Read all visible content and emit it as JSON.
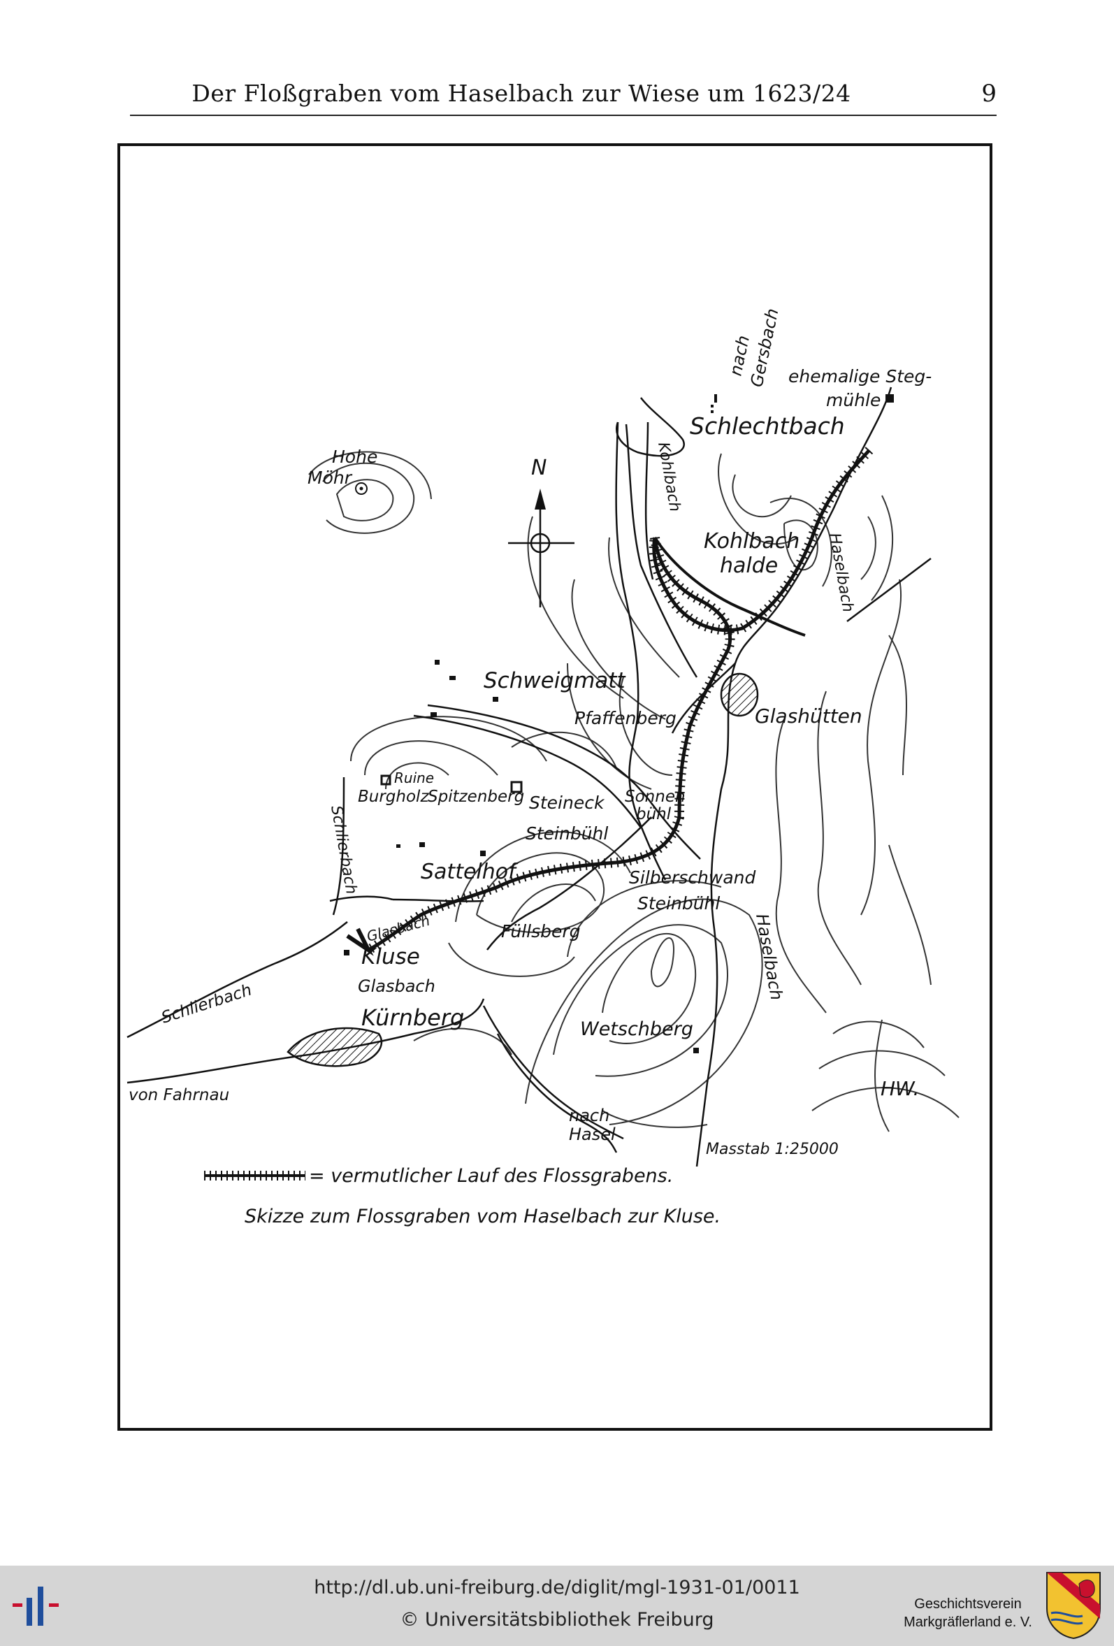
{
  "header": {
    "running_title": "Der Floßgraben vom Haselbach zur Wiese um 1623/24",
    "page_number": "9"
  },
  "map": {
    "north_arrow": "N",
    "labels": {
      "nach_gersbach_1": "nach",
      "nach_gersbach_2": "Gersbach",
      "stegmuehle_1": "ehemalige Steg-",
      "stegmuehle_2": "mühle",
      "schlechtbach": "Schlechtbach",
      "hohe": "Hohe",
      "moehr": "Möhr",
      "kohlbach": "Kohlbach",
      "kohlbachhalde_1": "Kohlbach",
      "kohlbachhalde_2": "halde",
      "haselbach_top": "Haselbach",
      "schweigmatt": "Schweigmatt",
      "pfaffenberg": "Pfaffenberg",
      "glashuetten": "Glashütten",
      "ruine": "Ruine",
      "burgholz": "Burgholz",
      "spitzenberg": "Spitzenberg",
      "steineck": "Steineck",
      "sonnen": "Sonnen",
      "buehl": "bühl",
      "schlierbach_vertical": "Schlierbach",
      "steinbuehl_1": "Steinbühl",
      "sattelhof": "Sattelhof",
      "silberschwand": "Silberschwand",
      "steinbuehl_2": "Steinbühl",
      "glasbach_1": "Glasbach",
      "fuellsberg": "Füllsberg",
      "haselbach_right": "Haselbach",
      "kluse": "Kluse",
      "schlierbach_bottom": "Schlierbach",
      "glasbach_2": "Glasbach",
      "kuernberg": "Kürnberg",
      "wetschberg": "Wetschberg",
      "von_fahrnau": "von Fahrnau",
      "hw": "HW.",
      "nach_hasel_1": "nach",
      "nach_hasel_2": "Hasel",
      "massstab": "Masstab 1:25000"
    },
    "legend_text": "= vermutlicher Lauf des Flossgrabens.",
    "caption": "Skizze zum Flossgraben vom Haselbach zur Kluse."
  },
  "footer": {
    "url": "http://dl.ub.uni-freiburg.de/diglit/mgl-1931-01/0011",
    "copyright": "© Universitätsbibliothek Freiburg",
    "society_line1": "Geschichtsverein",
    "society_line2": "Markgräflerland e. V."
  }
}
